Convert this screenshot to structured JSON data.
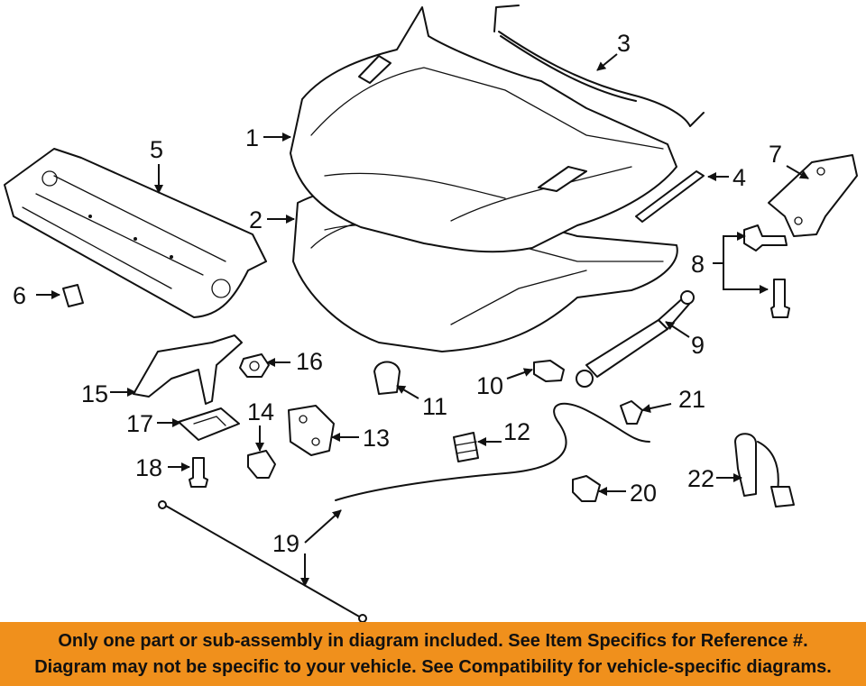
{
  "banner": {
    "line1": "Only one part or sub-assembly in diagram included. See Item Specifics for Reference #.",
    "line2": "Diagram may not be specific to your vehicle. See Compatibility for vehicle-specific diagrams."
  },
  "callouts": [
    "1",
    "2",
    "3",
    "4",
    "5",
    "6",
    "7",
    "8",
    "9",
    "10",
    "11",
    "12",
    "13",
    "14",
    "15",
    "16",
    "17",
    "18",
    "19",
    "20",
    "21",
    "22"
  ],
  "colors": {
    "banner": "#f0901c",
    "ink": "#111111",
    "background": "#ffffff"
  }
}
